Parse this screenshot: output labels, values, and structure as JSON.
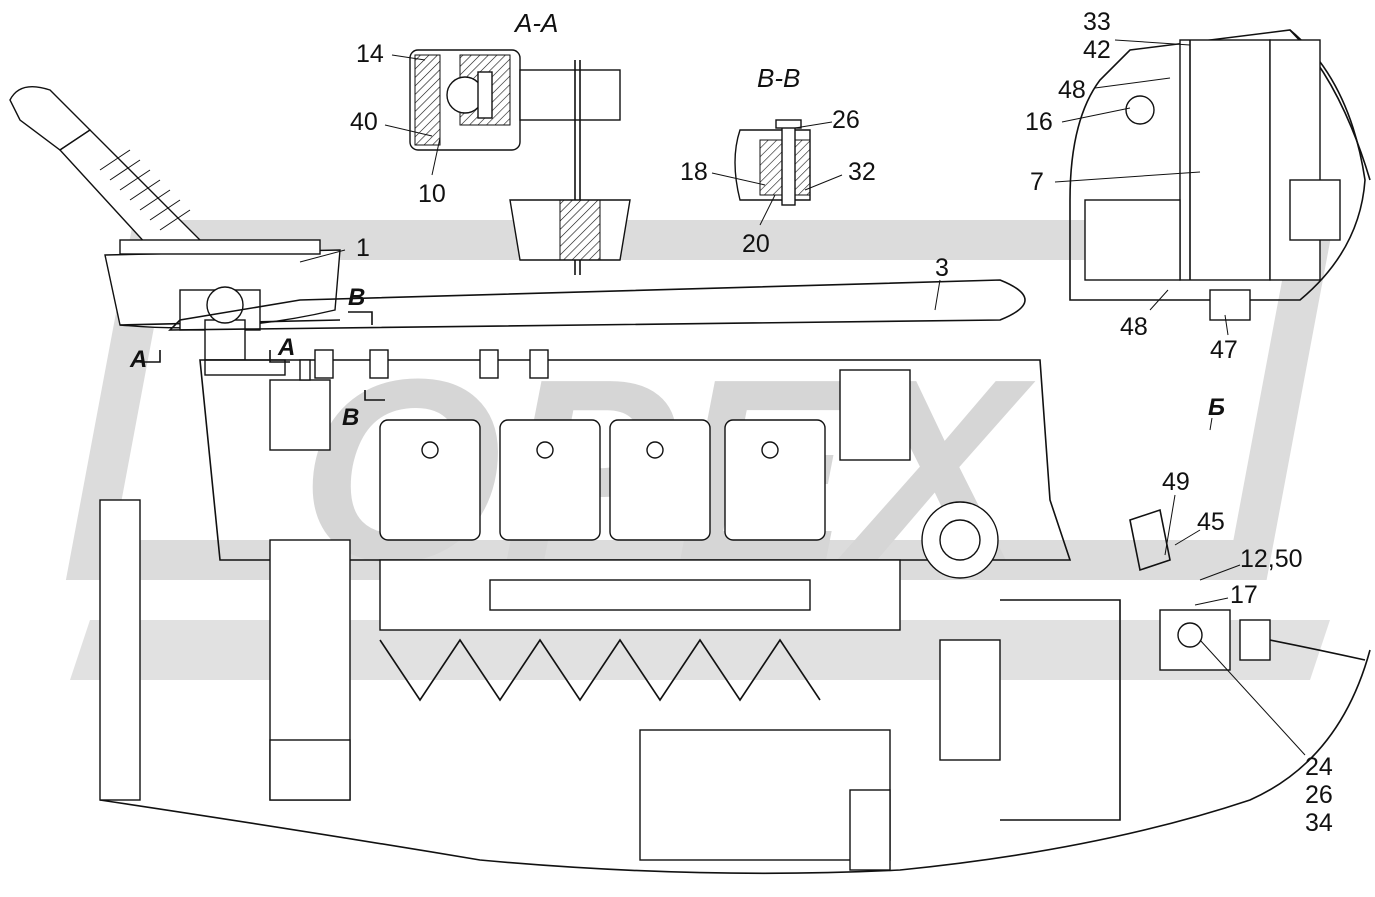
{
  "watermark": "OPEX",
  "section_labels": {
    "aa": "А-А",
    "bb": "В-В",
    "b_upper": "В",
    "b_lower": "В",
    "a_left": "А",
    "a_right": "А",
    "view_b": "Б"
  },
  "callouts": {
    "c14": "14",
    "c40": "40",
    "c10": "10",
    "c26_top": "26",
    "c18": "18",
    "c32": "32",
    "c20": "20",
    "c1": "1",
    "c3": "3",
    "c33": "33",
    "c42": "42",
    "c48_top": "48",
    "c16": "16",
    "c7": "7",
    "c48_bottom": "48",
    "c47": "47",
    "c49": "49",
    "c45": "45",
    "c12_50": "12,50",
    "c17": "17",
    "c24": "24",
    "c26_bottom": "26",
    "c34": "34"
  }
}
